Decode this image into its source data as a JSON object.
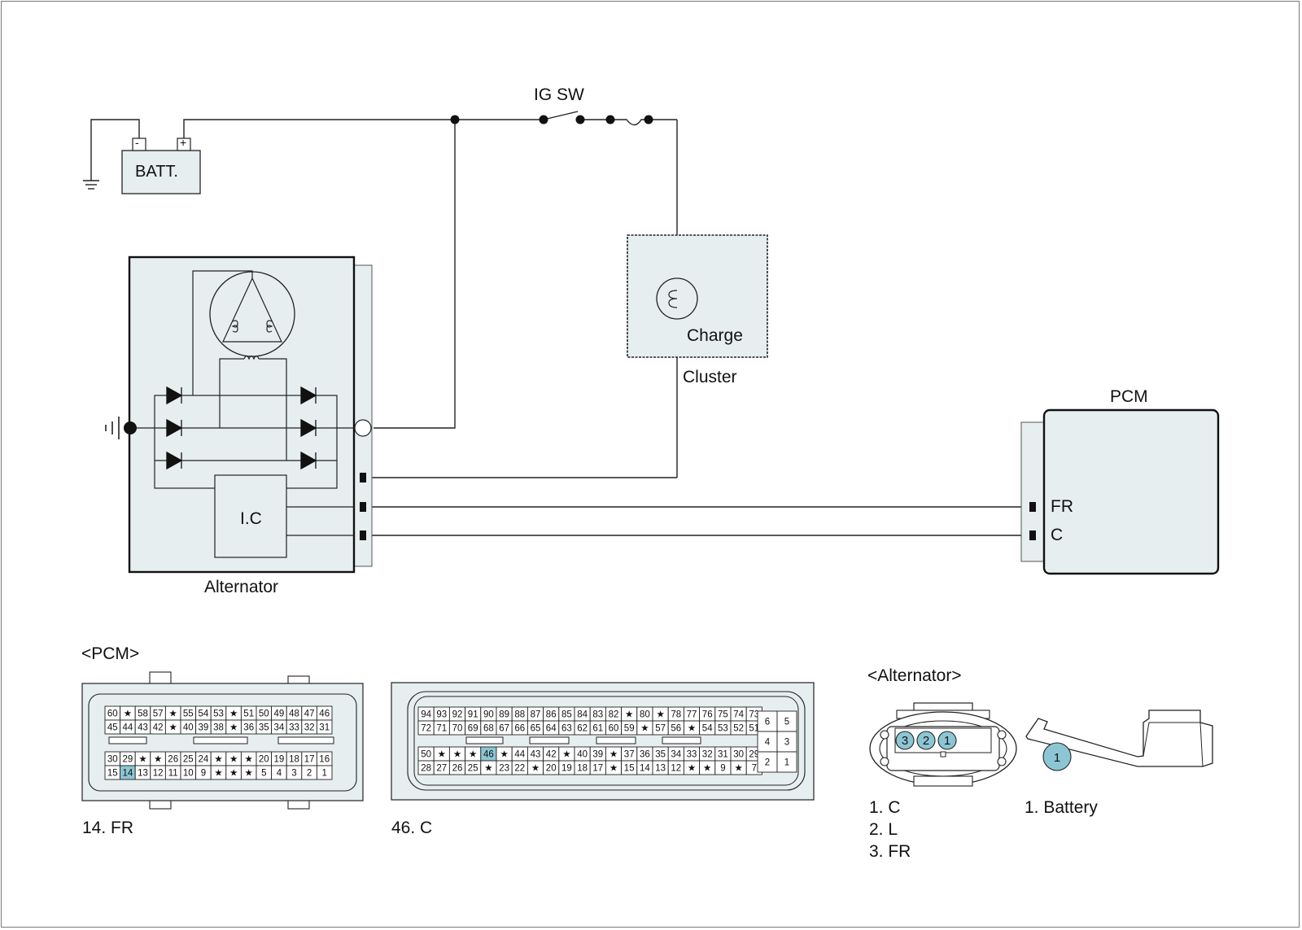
{
  "labels": {
    "ig_sw": "IG SW",
    "battery": "BATT.",
    "battery_minus": "-",
    "battery_plus": "+",
    "charge": "Charge",
    "cluster": "Cluster",
    "pcm": "PCM",
    "ic": "I.C",
    "alternator": "Alternator",
    "pcm_fr": "FR",
    "pcm_c": "C"
  },
  "connectors": {
    "pcm_title": "<PCM>",
    "pcm_left_note": "14. FR",
    "pcm_right_note": "46. C",
    "alternator_title": "<Alternator>",
    "alternator_pins": [
      "1. C",
      "2. L",
      "3. FR"
    ],
    "alternator_terminal_note": "1. Battery",
    "alternator_plug_pins": [
      "3",
      "2",
      "1"
    ],
    "terminal_pin": "1",
    "left_rows": [
      [
        "60",
        "★",
        "58",
        "57",
        "★",
        "55",
        "54",
        "53",
        "★",
        "51",
        "50",
        "49",
        "48",
        "47",
        "46"
      ],
      [
        "45",
        "44",
        "43",
        "42",
        "★",
        "40",
        "39",
        "38",
        "★",
        "36",
        "35",
        "34",
        "33",
        "32",
        "31"
      ],
      [
        "30",
        "29",
        "★",
        "★",
        "26",
        "25",
        "24",
        "★",
        "★",
        "★",
        "20",
        "19",
        "18",
        "17",
        "16"
      ],
      [
        "15",
        "14",
        "13",
        "12",
        "11",
        "10",
        "9",
        "★",
        "★",
        "★",
        "5",
        "4",
        "3",
        "2",
        "1"
      ]
    ],
    "right_rows": [
      [
        "94",
        "93",
        "92",
        "91",
        "90",
        "89",
        "88",
        "87",
        "86",
        "85",
        "84",
        "83",
        "82",
        "★",
        "80",
        "★",
        "78",
        "77",
        "76",
        "75",
        "74",
        "73"
      ],
      [
        "72",
        "71",
        "70",
        "69",
        "68",
        "67",
        "66",
        "65",
        "64",
        "63",
        "62",
        "61",
        "60",
        "59",
        "★",
        "57",
        "56",
        "★",
        "54",
        "53",
        "52",
        "51"
      ],
      [
        "50",
        "★",
        "★",
        "★",
        "46",
        "★",
        "44",
        "43",
        "42",
        "★",
        "40",
        "39",
        "★",
        "37",
        "36",
        "35",
        "34",
        "33",
        "32",
        "31",
        "30",
        "29"
      ],
      [
        "28",
        "27",
        "26",
        "25",
        "★",
        "23",
        "22",
        "★",
        "20",
        "19",
        "18",
        "17",
        "★",
        "15",
        "14",
        "13",
        "12",
        "★",
        "★",
        "9",
        "★",
        "7"
      ]
    ],
    "right_aux_rows": [
      [
        "6",
        "5"
      ],
      [
        "4",
        "3"
      ],
      [
        "2",
        "1"
      ]
    ],
    "highlight_left": "14",
    "highlight_right": "46"
  }
}
